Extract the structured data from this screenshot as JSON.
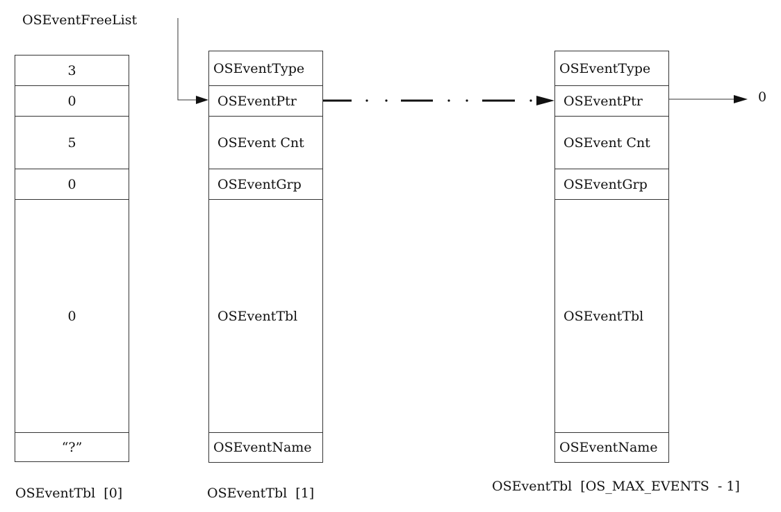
{
  "free_list_label": "OSEventFreeList",
  "terminator_label": "0",
  "tables": [
    {
      "caption": "OSEventTbl  [0]",
      "cells": [
        "3",
        "0",
        "5",
        "0",
        "0",
        "“?”"
      ]
    },
    {
      "caption": "OSEventTbl  [1]",
      "cells": [
        "OSEventType",
        "OSEventPtr",
        "OSEvent Cnt",
        "OSEventGrp",
        "OSEventTbl",
        "OSEventName"
      ]
    },
    {
      "caption": "OSEventTbl  [OS_MAX_EVENTS  - 1]",
      "cells": [
        "OSEventType",
        "OSEventPtr",
        "OSEvent Cnt",
        "OSEventGrp",
        "OSEventTbl",
        "OSEventName"
      ]
    }
  ]
}
